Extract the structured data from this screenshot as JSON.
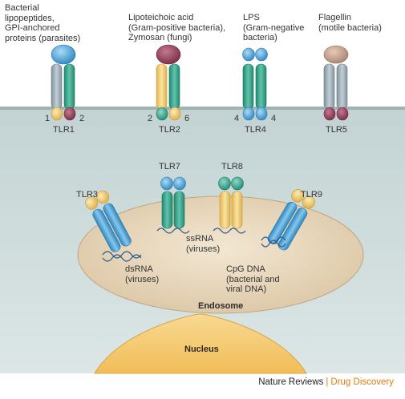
{
  "ligands": {
    "tlr1": [
      "Bacterial",
      "lipopeptides,",
      "GPI-anchored",
      "proteins (parasites)"
    ],
    "tlr2": [
      "Lipoteichoic acid",
      "(Gram-positive bacteria),",
      "Zymosan (fungi)"
    ],
    "tlr4": [
      "LPS",
      "(Gram-negative",
      "bacteria)"
    ],
    "tlr5": [
      "Flagellin",
      "(motile bacteria)"
    ]
  },
  "surface_receptors": {
    "tlr1": {
      "name": "TLR1",
      "left_num": "1",
      "right_num": "2"
    },
    "tlr2": {
      "name": "TLR2",
      "left_num": "2",
      "right_num": "6"
    },
    "tlr4": {
      "name": "TLR4",
      "left_num": "4",
      "right_num": "4"
    },
    "tlr5": {
      "name": "TLR5"
    }
  },
  "endosomal_receptors": {
    "tlr3": "TLR3",
    "tlr7": "TLR7",
    "tlr8": "TLR8",
    "tlr9": "TLR9"
  },
  "endosome_ligands": {
    "dsrna": [
      "dsRNA",
      "(viruses)"
    ],
    "ssrna": [
      "ssRNA",
      "(viruses)"
    ],
    "cpg": [
      "CpG DNA",
      "(bacterial and",
      "viral DNA)"
    ]
  },
  "compartments": {
    "endosome": "Endosome",
    "nucleus": "Nucleus"
  },
  "credit": {
    "brand": "Nature Reviews",
    "separator": "|",
    "section": "Drug Discovery"
  },
  "colors": {
    "cytoplasm": "#c9d8d8",
    "endosome": "#e8d8bf",
    "nucleus": "#f6cc78",
    "grey_receptor": "#9fb0b8",
    "teal_receptor": "#3aa58e",
    "blue_receptor": "#52a7d8",
    "yellow_receptor": "#f3d27a",
    "maroon": "#8c3a52",
    "accent": "#e07b10"
  }
}
